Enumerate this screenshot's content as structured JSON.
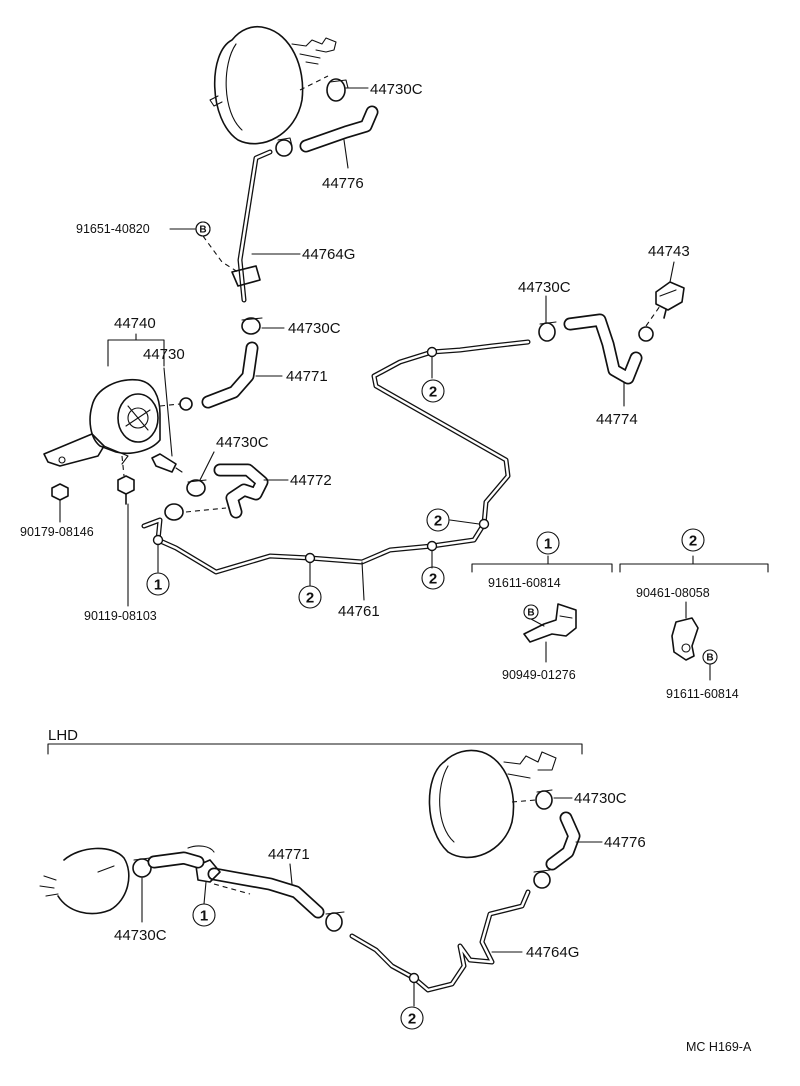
{
  "parts": {
    "p44730C_a": "44730C",
    "p44776_a": "44776",
    "p91651": "91651-40820",
    "p44764G_a": "44764G",
    "p44740": "44740",
    "p44730": "44730",
    "p44730C_b": "44730C",
    "p44771_a": "44771",
    "p44730C_c": "44730C",
    "p44772": "44772",
    "p90179": "90179-08146",
    "p90119": "90119-08103",
    "p44761": "44761",
    "p44730C_d": "44730C",
    "p44743": "44743",
    "p44774": "44774",
    "p91611_a": "91611-60814",
    "p90949": "90949-01276",
    "p90461": "90461-08058",
    "p91611_b": "91611-60814",
    "p44730C_e": "44730C",
    "p44776_b": "44776",
    "p44771_b": "44771",
    "p44730C_f": "44730C",
    "p44764G_b": "44764G"
  },
  "markers": {
    "one": "1",
    "two": "2",
    "bolt": "B"
  },
  "sections": {
    "lhd": "LHD"
  },
  "footer": {
    "code": "MC  H169-A"
  }
}
